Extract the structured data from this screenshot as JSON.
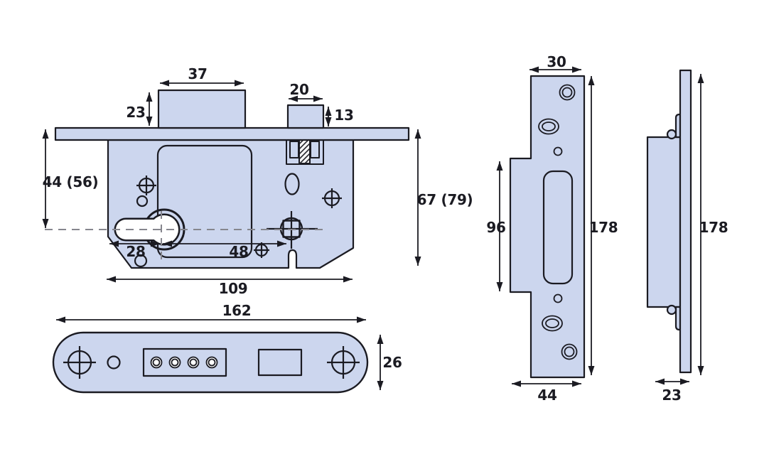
{
  "diagram_type": "mortice-lock-technical-drawing",
  "unit_system": "millimetres",
  "colors": {
    "part_fill": "#ccd6ee",
    "outline": "#1b1b22",
    "centerline": "#86868e",
    "background": "#ffffff"
  },
  "front_view": {
    "deadbolt_width": "37",
    "deadbolt_height": "23",
    "latch_width": "20",
    "latch_height": "13",
    "top_to_centerline": "44 (56)",
    "case_height": "67 (79)",
    "edge_to_keyhole": "28",
    "keyhole_to_follower": "48",
    "case_length": "109"
  },
  "faceplate_view": {
    "length": "162",
    "width": "26"
  },
  "strike_view": {
    "width": "30",
    "box_height": "96",
    "height": "178",
    "depth": "44"
  },
  "side_view": {
    "height": "178",
    "thickness": "23"
  }
}
